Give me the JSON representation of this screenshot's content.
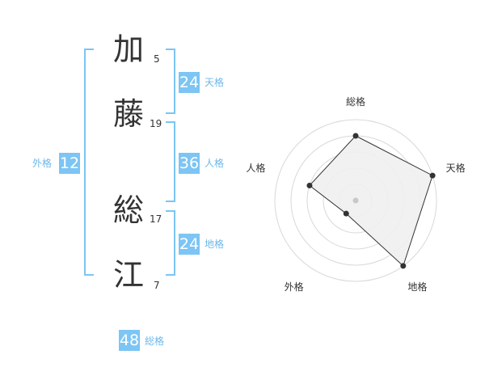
{
  "name": {
    "chars": [
      {
        "char": "加",
        "strokes": "5"
      },
      {
        "char": "藤",
        "strokes": "19"
      },
      {
        "char": "総",
        "strokes": "17"
      },
      {
        "char": "江",
        "strokes": "7"
      }
    ]
  },
  "grades": {
    "tenkaku": {
      "value": "24",
      "label": "天格"
    },
    "jinkaku": {
      "value": "36",
      "label": "人格"
    },
    "chikaku": {
      "value": "24",
      "label": "地格"
    },
    "gaikaku": {
      "value": "12",
      "label": "外格"
    },
    "soukaku": {
      "value": "48",
      "label": "総格"
    }
  },
  "chart_data": {
    "type": "radar",
    "axes": [
      "総格",
      "天格",
      "地格",
      "外格",
      "人格"
    ],
    "max": 5,
    "rings": 5,
    "values": [
      4,
      5,
      5,
      1,
      3
    ],
    "colors": {
      "fill": "#f0f0f0",
      "stroke": "#333333",
      "grid": "#d8d8d8",
      "point": "#333333",
      "center": "#c8c8c8"
    }
  }
}
